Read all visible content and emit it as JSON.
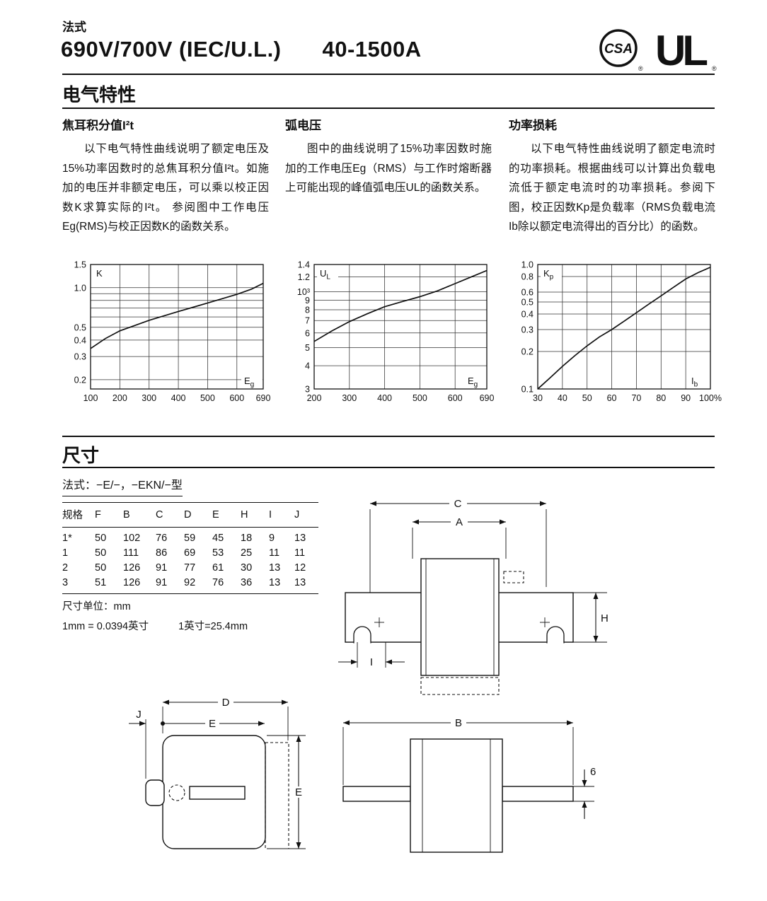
{
  "header": {
    "series_label": "法式",
    "title_voltage": "690V/700V (IEC/U.L.)",
    "title_current": "40-1500A",
    "csa_text": "CSA",
    "ul_text": "UL",
    "registered_mark": "®"
  },
  "electrical": {
    "section_title": "电气特性",
    "columns": [
      {
        "heading": "焦耳积分值I²t",
        "body": "以下电气特性曲线说明了额定电压及15%功率因数时的总焦耳积分值I²t。如施加的电压并非额定电压，可以乘以校正因数K求算实际的I²t。 参阅图中工作电压Eg(RMS)与校正因数K的函数关系。"
      },
      {
        "heading": "弧电压",
        "body": "图中的曲线说明了15%功率因数时施加的工作电压Eg（RMS）与工作时熔断器上可能出现的峰值弧电压UL的函数关系。"
      },
      {
        "heading": "功率损耗",
        "body": "以下电气特性曲线说明了额定电流时的功率损耗。根据曲线可以计算出负载电流低于额定电流时的功率损耗。参阅下图，校正因数Kp是负载率（RMS负载电流Ib除以额定电流得出的百分比）的函数。"
      }
    ]
  },
  "dimensions": {
    "section_title": "尺寸",
    "type_line": "法式：−E/−，−EKN/−型",
    "table": {
      "headers": [
        "规格",
        "F",
        "B",
        "C",
        "D",
        "E",
        "H",
        "I",
        "J"
      ],
      "rows": [
        [
          "1*",
          "50",
          "102",
          "76",
          "59",
          "45",
          "18",
          "9",
          "13"
        ],
        [
          "1",
          "50",
          "111",
          "86",
          "69",
          "53",
          "25",
          "11",
          "11"
        ],
        [
          "2",
          "50",
          "126",
          "91",
          "77",
          "61",
          "30",
          "13",
          "12"
        ],
        [
          "3",
          "51",
          "126",
          "91",
          "92",
          "76",
          "36",
          "13",
          "13"
        ]
      ]
    },
    "unit_note": "尺寸单位：mm",
    "note_mm_to_inch": "1mm = 0.0394英寸",
    "note_inch_to_mm": "1英寸=25.4mm",
    "drawing_labels": {
      "c": "C",
      "a": "A",
      "h": "H",
      "i": "I",
      "d": "D",
      "j": "J",
      "e": "E",
      "b": "B",
      "six": "6"
    }
  },
  "chart_data": [
    {
      "type": "line",
      "corner_label": {
        "main": "K",
        "sub": ""
      },
      "xlabel": {
        "main": "E",
        "sub": "g"
      },
      "x": {
        "scale": "linear",
        "min": 100,
        "max": 690,
        "ticks": [
          100,
          200,
          300,
          400,
          500,
          600,
          690
        ],
        "tick_labels": [
          "100",
          "200",
          "300",
          "400",
          "500",
          "600",
          "690"
        ]
      },
      "y": {
        "scale": "log",
        "min": 0.17,
        "max": 1.5,
        "grid": [
          0.2,
          0.3,
          0.4,
          0.5,
          0.6,
          0.7,
          0.8,
          0.9,
          1.0,
          1.5
        ],
        "ticks": [
          1.5,
          1.0,
          0.5,
          0.4,
          0.3,
          0.2
        ],
        "tick_labels": [
          "1.5",
          "1.0",
          "0.5",
          "0.4",
          "0.3",
          "0.2"
        ]
      },
      "series": [
        {
          "name": "K",
          "points": [
            [
              100,
              0.345
            ],
            [
              150,
              0.41
            ],
            [
              200,
              0.47
            ],
            [
              250,
              0.515
            ],
            [
              300,
              0.565
            ],
            [
              350,
              0.61
            ],
            [
              400,
              0.66
            ],
            [
              450,
              0.71
            ],
            [
              500,
              0.765
            ],
            [
              550,
              0.825
            ],
            [
              600,
              0.89
            ],
            [
              650,
              0.975
            ],
            [
              690,
              1.08
            ]
          ]
        }
      ]
    },
    {
      "type": "line",
      "corner_label": {
        "main": "U",
        "sub": "L"
      },
      "xlabel": {
        "main": "E",
        "sub": "g"
      },
      "x": {
        "scale": "linear",
        "min": 200,
        "max": 690,
        "ticks": [
          200,
          300,
          400,
          500,
          600,
          690
        ],
        "tick_labels": [
          "200",
          "300",
          "400",
          "500",
          "600",
          "690"
        ]
      },
      "y": {
        "scale": "log",
        "min": 300,
        "max": 1400,
        "grid": [
          300,
          400,
          500,
          600,
          700,
          800,
          900,
          1000,
          1200,
          1400
        ],
        "ticks": [
          1400,
          1200,
          1000,
          900,
          800,
          700,
          600,
          500,
          400,
          300
        ],
        "tick_labels": [
          "1.4",
          "1.2",
          "10³",
          "9",
          "8",
          "7",
          "6",
          "5",
          "4",
          "3"
        ]
      },
      "series": [
        {
          "name": "UL",
          "points": [
            [
              200,
              540
            ],
            [
              250,
              615
            ],
            [
              300,
              690
            ],
            [
              350,
              760
            ],
            [
              400,
              830
            ],
            [
              450,
              885
            ],
            [
              500,
              940
            ],
            [
              550,
              1010
            ],
            [
              600,
              1105
            ],
            [
              650,
              1210
            ],
            [
              690,
              1300
            ]
          ]
        }
      ]
    },
    {
      "type": "line",
      "corner_label": {
        "main": "K",
        "sub": "p"
      },
      "xlabel": {
        "main": "I",
        "sub": "b"
      },
      "x": {
        "scale": "linear",
        "min": 30,
        "max": 100,
        "ticks": [
          30,
          40,
          50,
          60,
          70,
          80,
          90,
          100
        ],
        "tick_labels": [
          "30",
          "40",
          "50",
          "60",
          "70",
          "80",
          "90",
          "100%"
        ]
      },
      "y": {
        "scale": "log",
        "min": 0.1,
        "max": 1.0,
        "grid": [
          0.1,
          0.2,
          0.3,
          0.4,
          0.5,
          0.6,
          0.8,
          1.0
        ],
        "ticks": [
          1.0,
          0.8,
          0.6,
          0.5,
          0.4,
          0.3,
          0.2,
          0.1
        ],
        "tick_labels": [
          "1.0",
          "0.8",
          "0.6",
          "0.5",
          "0.4",
          "0.3",
          "0.2",
          "0.1"
        ]
      },
      "series": [
        {
          "name": "Kp",
          "points": [
            [
              30,
              0.1
            ],
            [
              35,
              0.123
            ],
            [
              40,
              0.152
            ],
            [
              45,
              0.185
            ],
            [
              50,
              0.222
            ],
            [
              55,
              0.262
            ],
            [
              60,
              0.3
            ],
            [
              65,
              0.35
            ],
            [
              70,
              0.41
            ],
            [
              75,
              0.48
            ],
            [
              80,
              0.56
            ],
            [
              85,
              0.655
            ],
            [
              90,
              0.765
            ],
            [
              95,
              0.86
            ],
            [
              100,
              0.95
            ]
          ]
        }
      ]
    }
  ]
}
